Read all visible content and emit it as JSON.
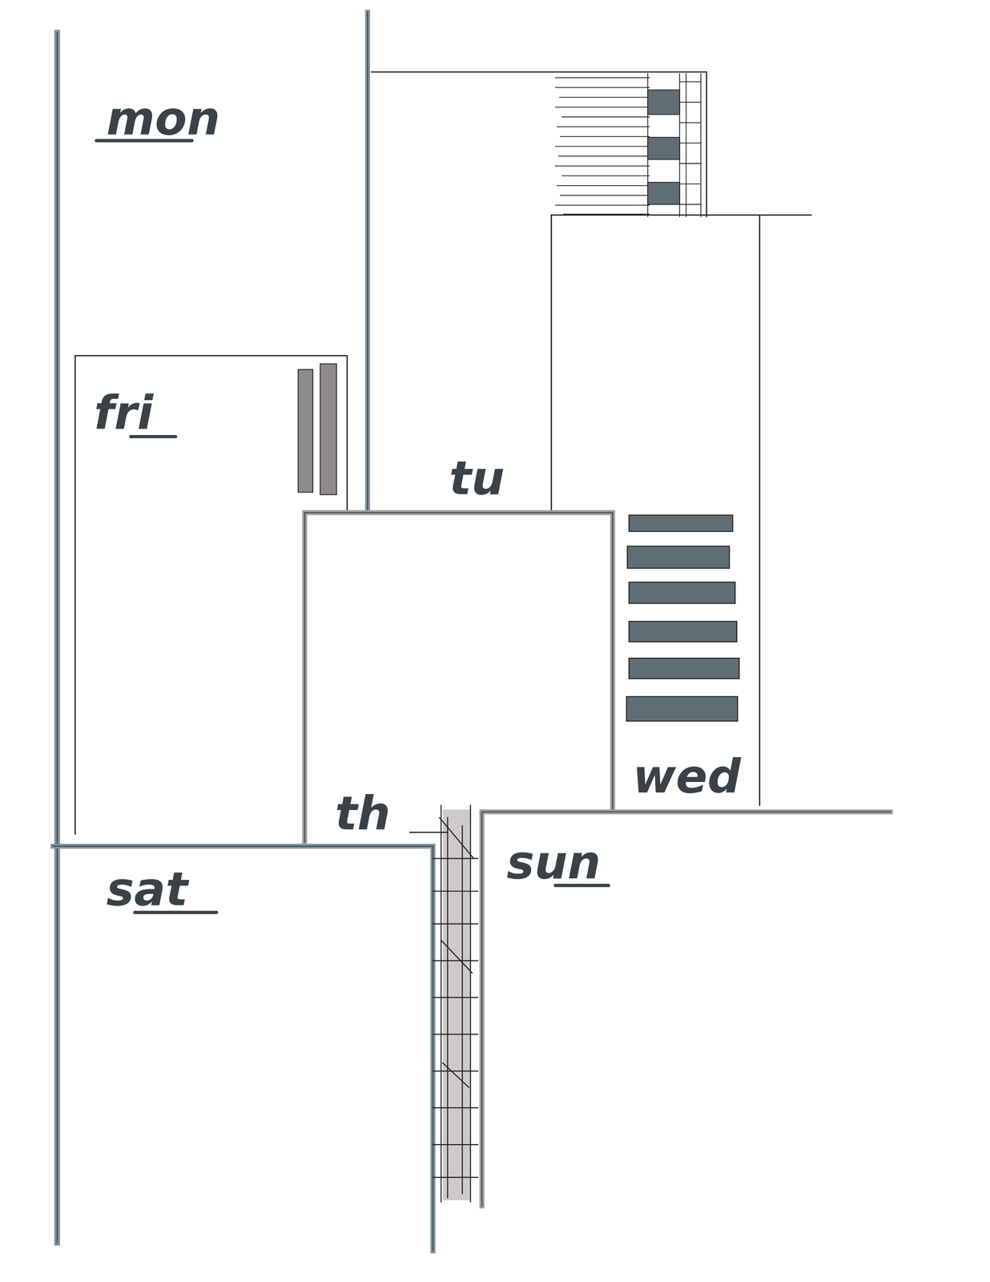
{
  "diagram": {
    "nodes": [
      {
        "text": [
          "fri"
        ]
      }
    ],
    "labels": [
      "mon",
      "tu",
      "wed",
      "th",
      "sun",
      "sat"
    ]
  }
}
